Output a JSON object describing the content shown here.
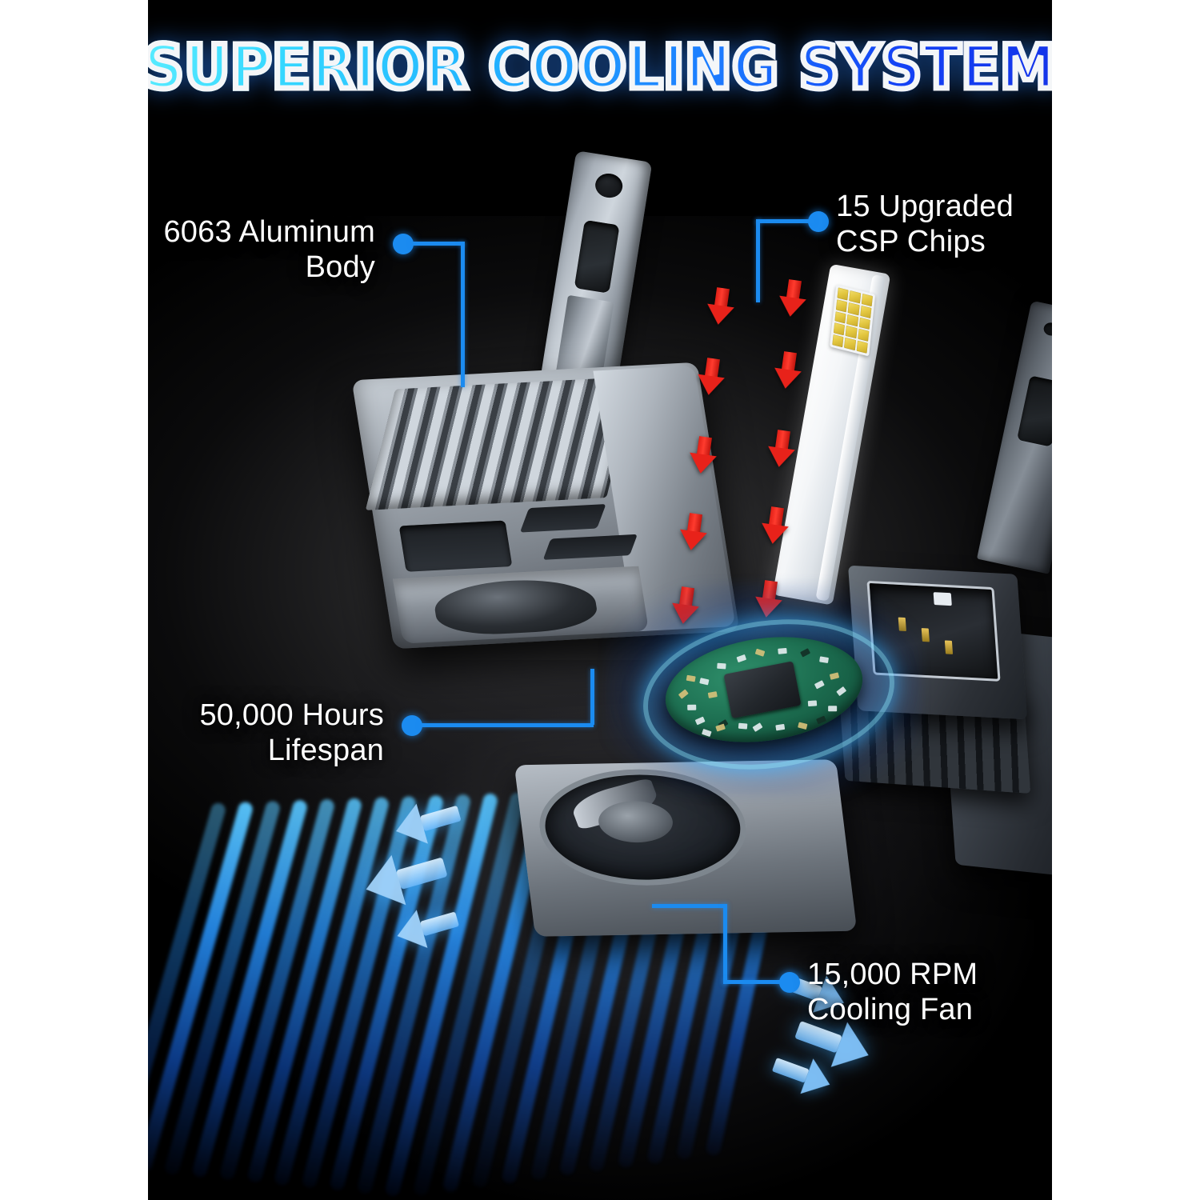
{
  "panel": {
    "background_color": "#000000",
    "page_background": "#ffffff"
  },
  "headline": {
    "text": "SUPERIOR COOLING SYSTEM",
    "gradient_from": "#59ecff",
    "gradient_to": "#1433e8",
    "outline_color": "#f4f6f8"
  },
  "accent": {
    "leader_line_color": "#1b8bf0",
    "red_arrow_color": "#e8221a",
    "chip_color": "#e3c741",
    "airflow_color": "#2896ff",
    "pcb_color": "#1d6f51"
  },
  "callouts": [
    {
      "id": "aluminum-body",
      "line1": "6063 Aluminum",
      "line2": "Body",
      "align": "right"
    },
    {
      "id": "csp-chips",
      "line1": "15 Upgraded",
      "line2": "CSP Chips",
      "align": "left"
    },
    {
      "id": "lifespan",
      "line1": "50,000 Hours",
      "line2": "Lifespan",
      "align": "right"
    },
    {
      "id": "cooling-fan",
      "line1": "15,000 RPM",
      "line2": "Cooling Fan",
      "align": "left"
    }
  ],
  "product": {
    "csp_chip_count": 15,
    "chip_grid_rows": 5,
    "chip_grid_cols": 3,
    "red_arrow_count": 10,
    "blue_arrow_count": 6,
    "airflow_stream_count": 22,
    "parts": [
      "aluminum-heatsink-body",
      "led-chip-strip",
      "mounting-bracket-top",
      "mounting-bracket-right",
      "driver-pcb",
      "cooling-fan",
      "connector-socket"
    ]
  }
}
